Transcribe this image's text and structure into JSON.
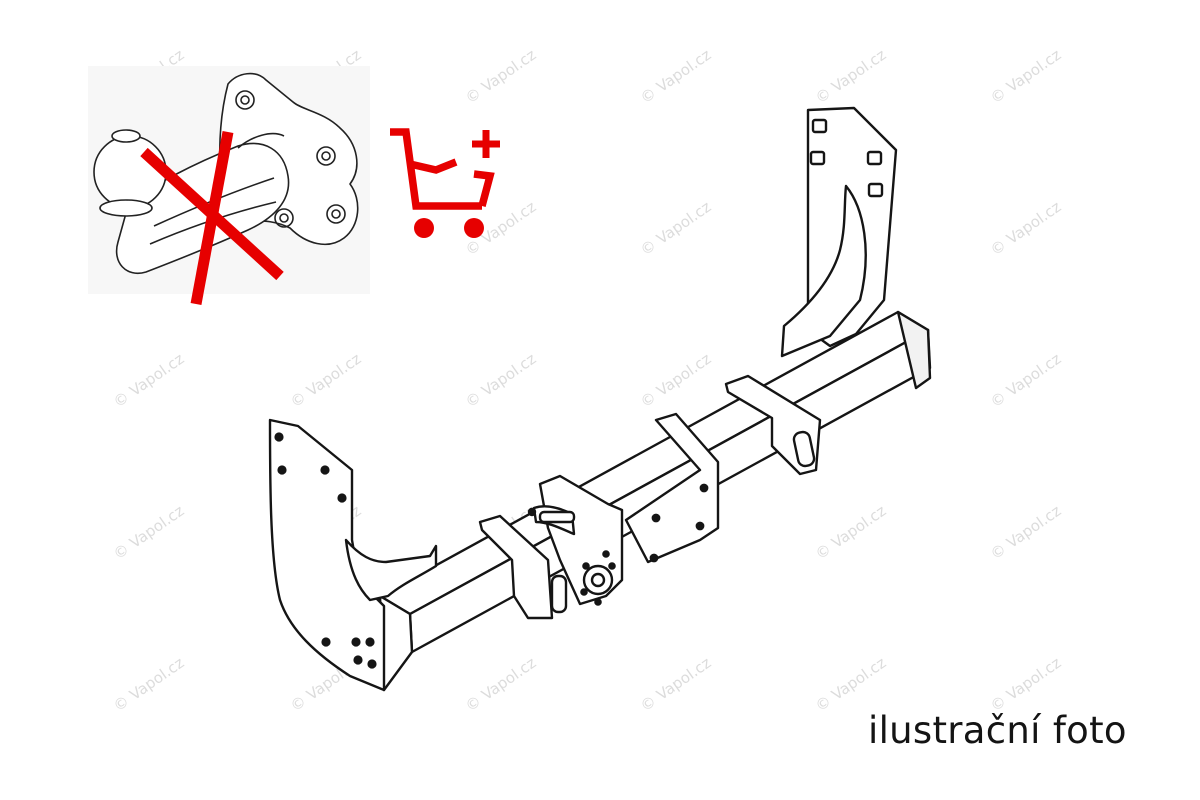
{
  "watermark": {
    "text": "© Vapol.cz",
    "color": "#dcdcdc"
  },
  "colors": {
    "accent": "#e60000",
    "line": "#151515"
  },
  "icons": {
    "ball": "tow-ball-crossed-icon",
    "cart": "add-to-cart-icon",
    "product": "tow-bar-drawing"
  },
  "caption": "ilustrační foto"
}
